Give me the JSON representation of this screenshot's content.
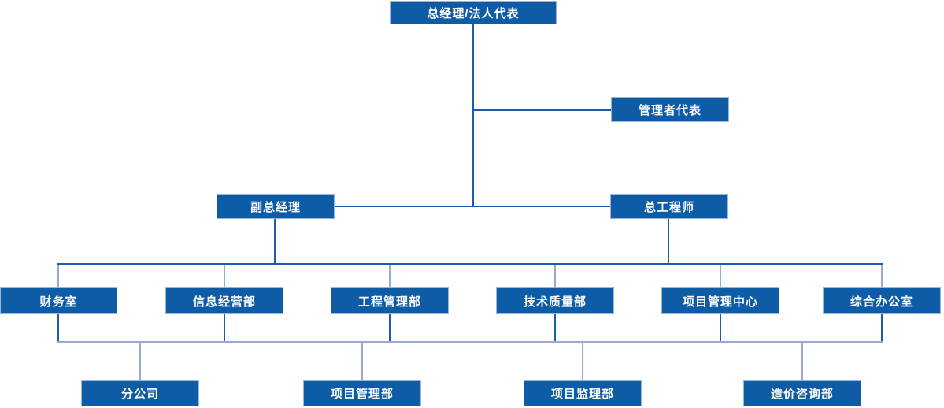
{
  "colors": {
    "box_fill": "#0e5ca6",
    "box_border": "#9ab4da",
    "box_text": "#ffffff",
    "connector_dark": "#1f5ca8",
    "connector_light": "#97abd0",
    "background": "#ffffff"
  },
  "org": {
    "level1": [
      {
        "id": "general-manager",
        "label": "总经理/法人代表"
      }
    ],
    "level2": [
      {
        "id": "management-representative",
        "label": "管理者代表",
        "reports_to": "general-manager"
      }
    ],
    "level3": [
      {
        "id": "deputy-general-manager",
        "label": "副总经理",
        "reports_to": "general-manager"
      },
      {
        "id": "chief-engineer",
        "label": "总工程师",
        "reports_to": "general-manager"
      }
    ],
    "level4": [
      {
        "id": "finance-office",
        "label": "财务室"
      },
      {
        "id": "info-business-dept",
        "label": "信息经营部"
      },
      {
        "id": "engineering-management-dept",
        "label": "工程管理部"
      },
      {
        "id": "tech-quality-dept",
        "label": "技术质量部"
      },
      {
        "id": "project-management-center",
        "label": "项目管理中心"
      },
      {
        "id": "general-office",
        "label": "综合办公室"
      }
    ],
    "level5": [
      {
        "id": "branch-company",
        "label": "分公司"
      },
      {
        "id": "project-management-dept",
        "label": "项目管理部"
      },
      {
        "id": "project-supervision-dept",
        "label": "项目监理部"
      },
      {
        "id": "cost-consulting-dept",
        "label": "造价咨询部"
      }
    ]
  }
}
